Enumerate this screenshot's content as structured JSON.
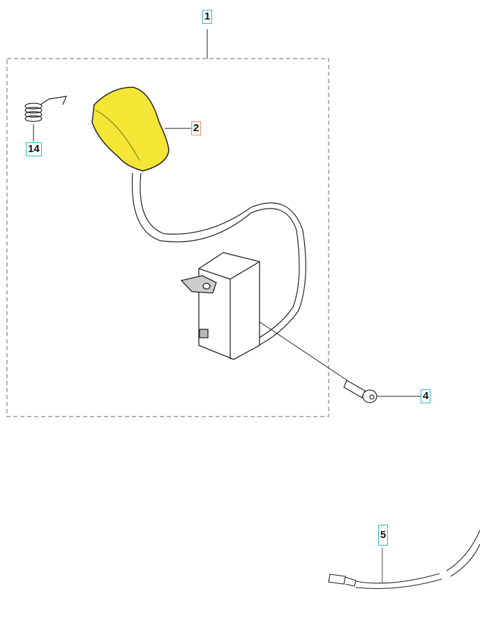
{
  "callouts": [
    {
      "id": "1",
      "accent": "#2bb6c6"
    },
    {
      "id": "2",
      "accent": "#f08a5d"
    },
    {
      "id": "14",
      "accent": "#2bb6c6"
    },
    {
      "id": "4",
      "accent": "#2bb6c6"
    },
    {
      "id": "5",
      "accent": "#2bb6c6"
    }
  ],
  "colors": {
    "knob": "#f5e636",
    "outline": "#222222",
    "frame": "#9a9a9a"
  }
}
